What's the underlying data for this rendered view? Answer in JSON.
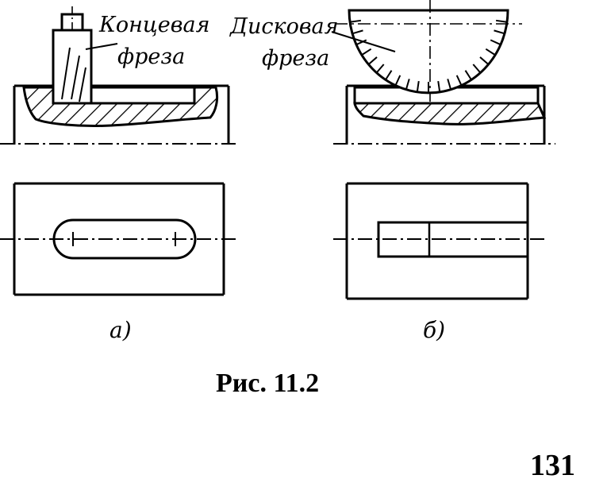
{
  "labels": {
    "end_mill_line1": "Концевая",
    "end_mill_line2": "фреза",
    "disk_mill_line1": "Дисковая",
    "disk_mill_line2": "фреза",
    "sub_a": "а)",
    "sub_b": "б)"
  },
  "caption": "Рис. 11.2",
  "page_number": "131"
}
